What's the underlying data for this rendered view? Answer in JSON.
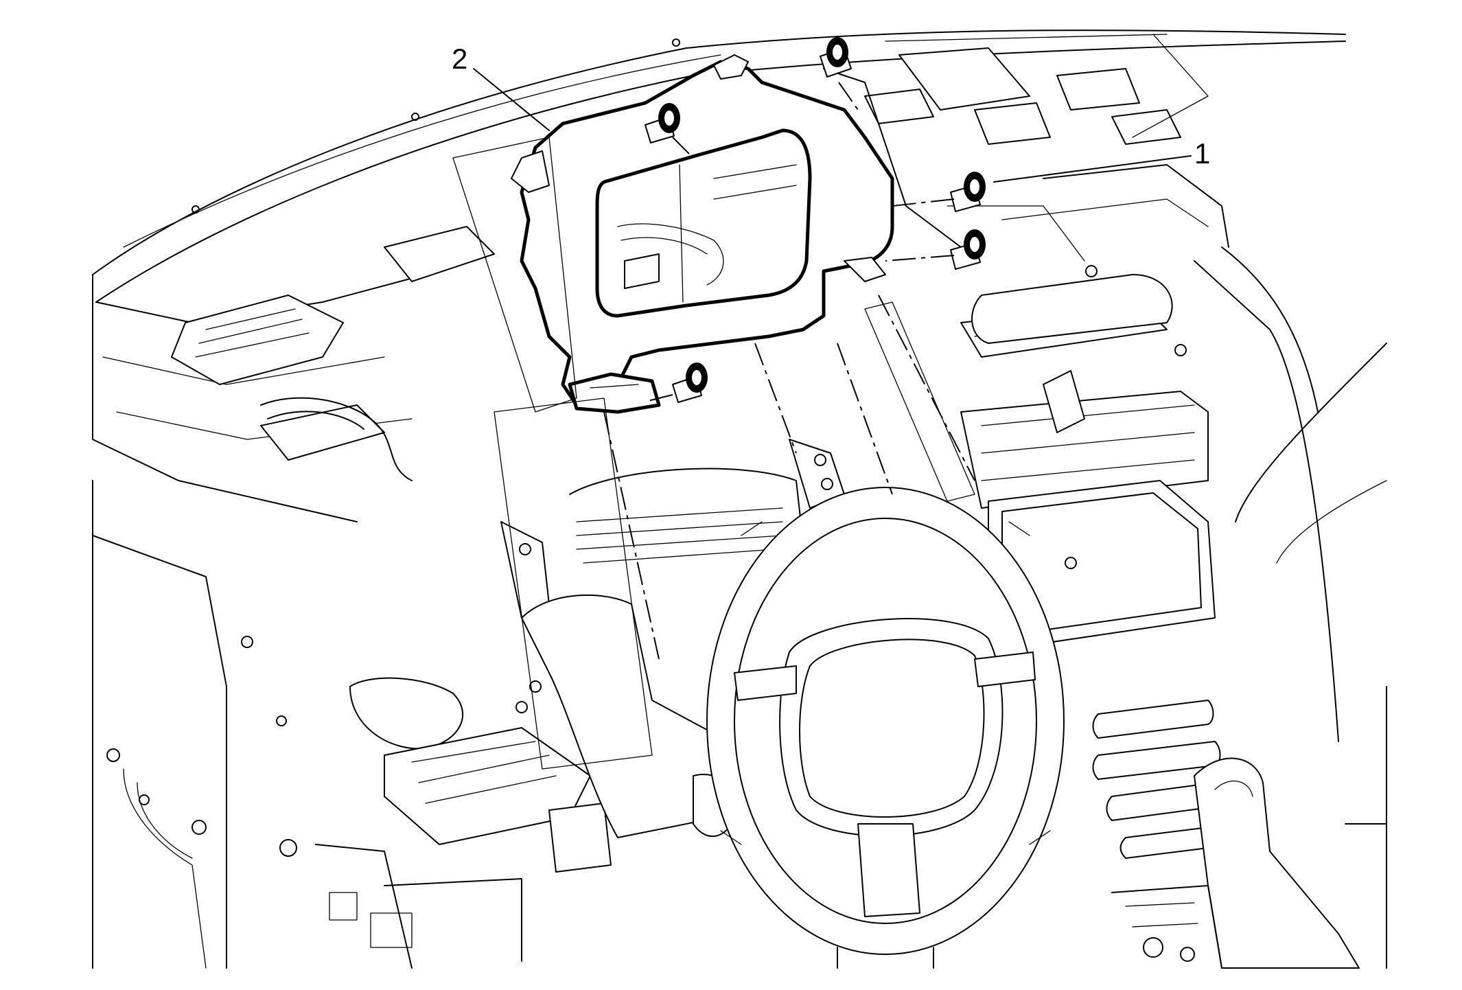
{
  "callouts": [
    {
      "label": "1",
      "part": "fastener"
    },
    {
      "label": "2",
      "part": "instrument-cluster-trim-bezel"
    }
  ]
}
